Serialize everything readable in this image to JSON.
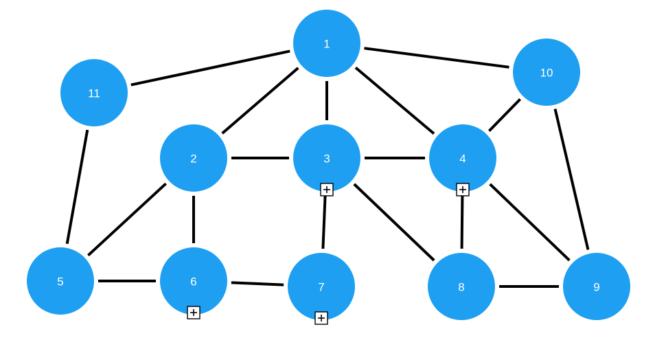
{
  "graph": {
    "node_color": "#1e9ff2",
    "label_color": "#ffffff",
    "edge_color": "#000000",
    "nodes": [
      {
        "id": "1",
        "label": "1",
        "expandable": false
      },
      {
        "id": "2",
        "label": "2",
        "expandable": false
      },
      {
        "id": "3",
        "label": "3",
        "expandable": true
      },
      {
        "id": "4",
        "label": "4",
        "expandable": true
      },
      {
        "id": "5",
        "label": "5",
        "expandable": false
      },
      {
        "id": "6",
        "label": "6",
        "expandable": true
      },
      {
        "id": "7",
        "label": "7",
        "expandable": true
      },
      {
        "id": "8",
        "label": "8",
        "expandable": false
      },
      {
        "id": "9",
        "label": "9",
        "expandable": false
      },
      {
        "id": "10",
        "label": "10",
        "expandable": false
      },
      {
        "id": "11",
        "label": "11",
        "expandable": false
      }
    ],
    "edges": [
      [
        "1",
        "11"
      ],
      [
        "1",
        "10"
      ],
      [
        "1",
        "2"
      ],
      [
        "1",
        "3"
      ],
      [
        "1",
        "4"
      ],
      [
        "10",
        "4"
      ],
      [
        "10",
        "9"
      ],
      [
        "11",
        "5"
      ],
      [
        "2",
        "3"
      ],
      [
        "3",
        "4"
      ],
      [
        "2",
        "5"
      ],
      [
        "2",
        "6"
      ],
      [
        "3",
        "7"
      ],
      [
        "3",
        "8"
      ],
      [
        "4",
        "8"
      ],
      [
        "4",
        "9"
      ],
      [
        "5",
        "6"
      ],
      [
        "6",
        "7"
      ],
      [
        "8",
        "9"
      ]
    ],
    "expand_icon": "plus-box-icon"
  }
}
